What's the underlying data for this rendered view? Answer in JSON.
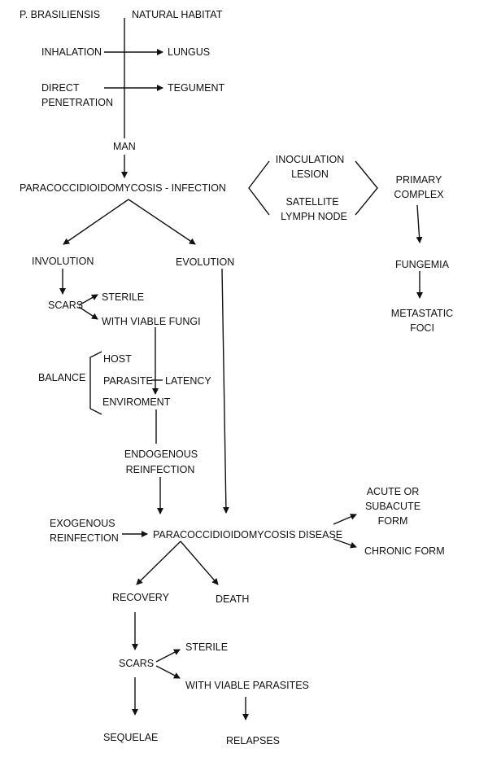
{
  "nodes": {
    "p_brasiliensis": "P. BRASILIENSIS",
    "natural_habitat": "NATURAL HABITAT",
    "inhalation": "INHALATION",
    "lungus": "LUNGUS",
    "direct": "DIRECT",
    "penetration": "PENETRATION",
    "tegument": "TEGUMENT",
    "man": "MAN",
    "infection": "PARACOCCIDIOIDOMYCOSIS - INFECTION",
    "inoculation": "INOCULATION",
    "lesion": "LESION",
    "satellite": "SATELLITE",
    "lymph_node": "LYMPH NODE",
    "primary": "PRIMARY",
    "complex": "COMPLEX",
    "fungemia": "FUNGEMIA",
    "metastatic": "METASTATIC",
    "foci": "FOCI",
    "involution": "INVOLUTION",
    "evolution": "EVOLUTION",
    "scars1": "SCARS",
    "sterile1": "STERILE",
    "viable_fungi": "WITH VIABLE FUNGI",
    "balance": "BALANCE",
    "host": "HOST",
    "parasite": "PARASITE",
    "latency": "LATENCY",
    "enviroment": "ENVIROMENT",
    "endogenous": "ENDOGENOUS",
    "reinfection1": "REINFECTION",
    "exogenous": "EXOGENOUS",
    "reinfection2": "REINFECTION",
    "disease": "PARACOCCIDIOIDOMYCOSIS DISEASE",
    "acute_or": "ACUTE OR",
    "subacute": "SUBACUTE",
    "form": "FORM",
    "chronic": "CHRONIC FORM",
    "recovery": "RECOVERY",
    "death": "DEATH",
    "scars2": "SCARS",
    "sterile2": "STERILE",
    "viable_parasites": "WITH VIABLE PARASITES",
    "sequelae": "SEQUELAE",
    "relapses": "RELAPSES"
  },
  "colors": {
    "ink": "#111111",
    "background": "#ffffff"
  }
}
